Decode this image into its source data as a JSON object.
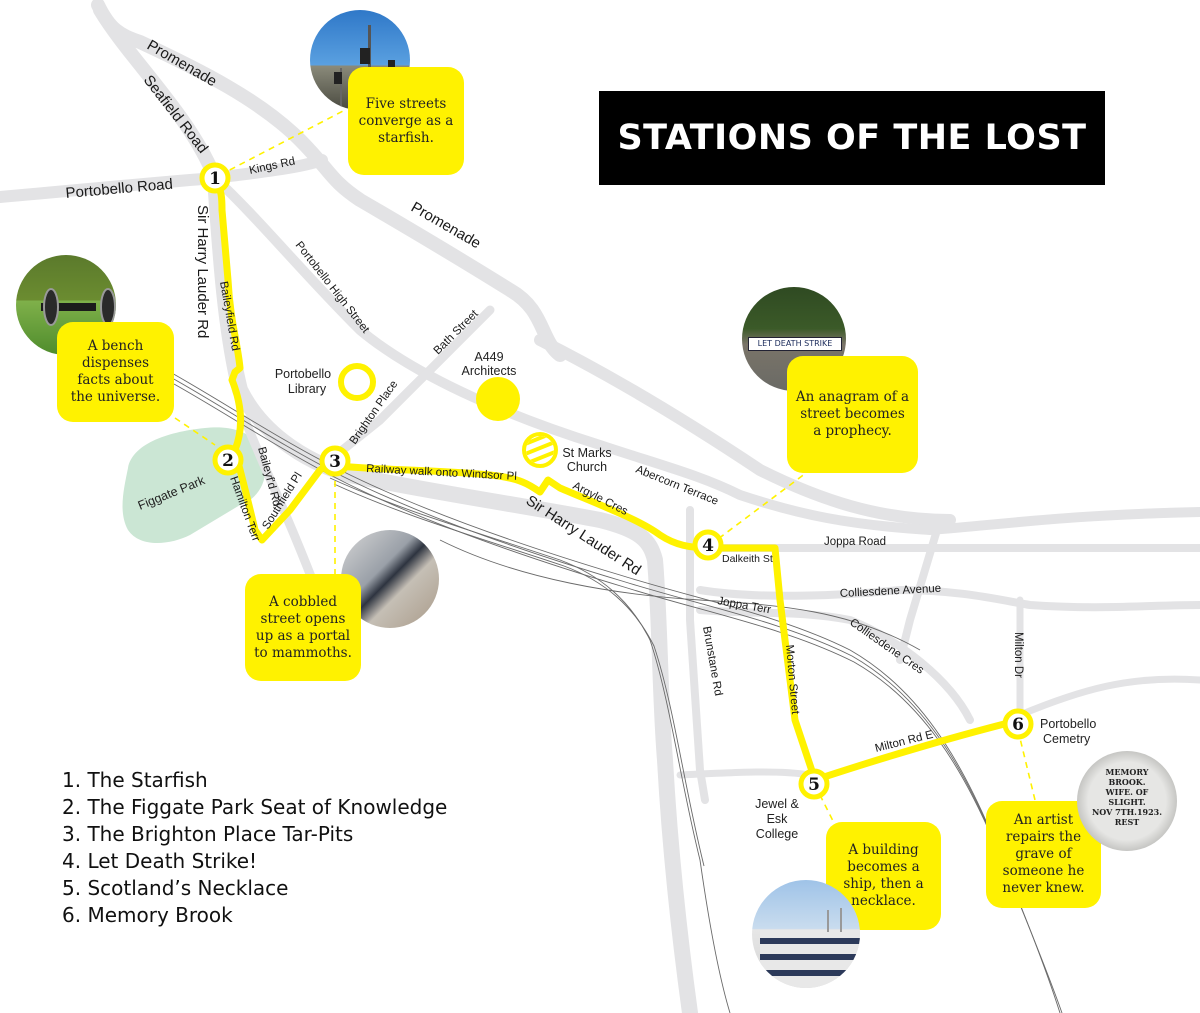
{
  "title": "STATIONS OF THE LOST",
  "colors": {
    "route": "#fff200",
    "road": "#e3e3e5",
    "park": "#cbe6d4",
    "rail": "#6a6a6a",
    "title_bg": "#000000",
    "title_text": "#ffffff"
  },
  "streets": {
    "promenade_1": "Promenade",
    "promenade_2": "Promenade",
    "seafield_road": "Seafield Road",
    "portobello_road": "Portobello Road",
    "kings_rd": "Kings Rd",
    "sir_harry_lauder_rd_1": "Sir Harry Lauder Rd",
    "sir_harry_lauder_rd_2": "Sir Harry Lauder Rd",
    "baileyfield_rd": "Baileyfield Rd",
    "portobello_high_street": "Portobello High Street",
    "bath_street": "Bath Street",
    "brighton_place": "Brighton Place",
    "baileyfd_rd": "Baileyf'd Rd",
    "southfield_pl": "Southfield Pl",
    "hamilton_terr": "Hamilton Terr",
    "railway_walk": "Railway walk onto Windsor Pl",
    "argyle_cres": "Argyle Cres",
    "abercorn_terrace": "Abercorn Terrace",
    "joppa_road": "Joppa Road",
    "dalkeith_st": "Dalkeith St",
    "colliesdene_avenue": "Colliesdene Avenue",
    "joppa_terr": "Joppa Terr",
    "colliesdene_cres": "Colliesdene Cres",
    "brunstane_rd": "Brunstane Rd",
    "morton_street": "Morton Street",
    "milton_dr": "Milton Dr",
    "milton_rd_e": "Milton Rd E"
  },
  "places": {
    "figgate_park": "Figgate Park",
    "portobello_library_1": "Portobello",
    "portobello_library_2": "Library",
    "a449_1": "A449",
    "a449_2": "Architects",
    "st_marks_1": "St Marks",
    "st_marks_2": "Church",
    "jewel_1": "Jewel &",
    "jewel_2": "Esk",
    "jewel_3": "College",
    "cemetery_1": "Portobello",
    "cemetery_2": "Cemetry"
  },
  "stations": [
    {
      "number": "1",
      "name": "The Starfish",
      "callout": "Five streets converge as a starfish."
    },
    {
      "number": "2",
      "name": "The Figgate Park Seat of Knowledge",
      "callout": "A bench dispenses facts about the universe."
    },
    {
      "number": "3",
      "name": "The Brighton Place Tar-Pits",
      "callout": "A cobbled street opens up as a portal to mammoths."
    },
    {
      "number": "4",
      "name": "Let Death Strike!",
      "callout": "An anagram of a street becomes a prophecy."
    },
    {
      "number": "5",
      "name": "Scotland’s Necklace",
      "callout": "A building becomes a ship, then a necklace."
    },
    {
      "number": "6",
      "name": "Memory Brook",
      "callout": "An artist repairs the grave of someone he never knew."
    }
  ],
  "legend": [
    "1. The Starfish",
    "2. The Figgate Park Seat of Knowledge",
    "3. The Brighton Place Tar-Pits",
    "4. Let Death Strike!",
    "5. Scotland’s Necklace",
    "6. Memory Brook"
  ],
  "photos": {
    "let_death_strike_sign": "LET DEATH STRIKE",
    "memory_brook_stone": [
      "MEMORY",
      "BROOK.",
      "WIFE. OF",
      "SLIGHT.",
      "NOV 7TH.1923.",
      "REST"
    ]
  }
}
